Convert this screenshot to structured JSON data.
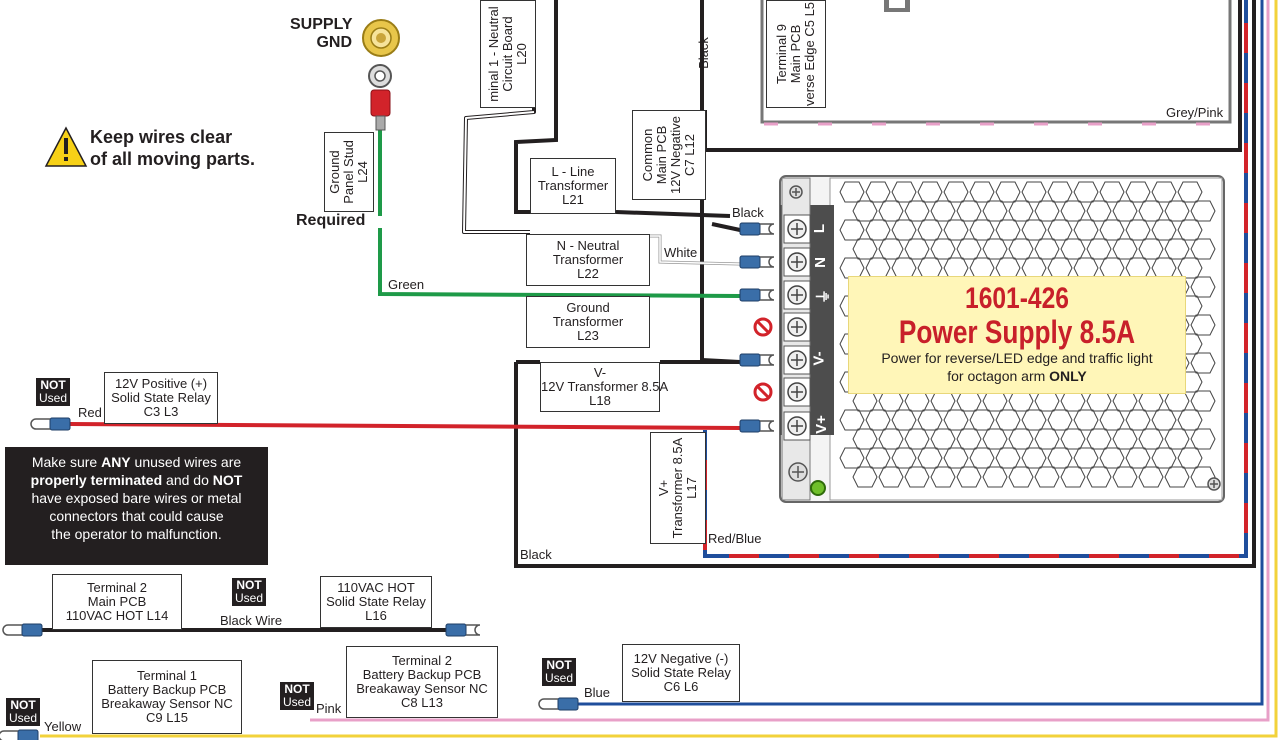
{
  "supply_gnd": {
    "line1": "SUPPLY",
    "line2": "GND"
  },
  "required": "Required",
  "caution": {
    "line1": "Keep wires clear",
    "line2": "of all moving parts."
  },
  "labels_vertical": {
    "l20": [
      "minal 1 - Neutral",
      "Circuit Board",
      "L20"
    ],
    "l24": [
      "Ground",
      "Panel Stud",
      "L24"
    ],
    "c7l12": [
      "Common",
      "Main PCB",
      "12V Negative",
      "C7 L12"
    ],
    "c5l5": [
      "Terminal 9",
      "Main PCB",
      "verse Edge C5 L5"
    ],
    "l17": [
      "V+",
      "Transformer 8.5A",
      "L17"
    ]
  },
  "labels_boxes": {
    "l21": [
      "L - Line",
      "Transformer",
      "L21"
    ],
    "l22": [
      "N - Neutral",
      "Transformer",
      "L22"
    ],
    "l23": [
      "Ground",
      "Transformer",
      "L23"
    ],
    "l18": [
      "V-",
      "12V Transformer 8.5A",
      "L18"
    ],
    "c3l3": [
      "12V Positive (+)",
      "Solid State Relay",
      "C3 L3"
    ],
    "l14": [
      "Terminal 2",
      "Main PCB",
      "110VAC HOT L14"
    ],
    "l16": [
      "110VAC HOT",
      "Solid State Relay",
      "L16"
    ],
    "c6l6": [
      "12V Negative (-)",
      "Solid State Relay",
      "C6 L6"
    ],
    "c9l15": [
      "Terminal 1",
      "Battery Backup PCB",
      "Breakaway Sensor NC",
      "C9 L15"
    ],
    "c8l13": [
      "Terminal 2",
      "Battery Backup PCB",
      "Breakaway Sensor NC",
      "C8 L13"
    ]
  },
  "wire_labels": {
    "black_top": "Black",
    "black_term": "Black",
    "white": "White",
    "green": "Green",
    "red": "Red",
    "black_bottom": "Black",
    "red_blue": "Red/Blue",
    "grey_pink": "Grey/Pink",
    "black_wire": "Black Wire",
    "blue": "Blue",
    "pink": "Pink",
    "yellow": "Yellow"
  },
  "not_used": {
    "line1": "NOT",
    "line2": "Used"
  },
  "warning": {
    "p1": "Make sure ",
    "b1": "ANY",
    "p2": " unused wires are",
    "b2": "properly terminated",
    "p3": " and do ",
    "b3": "NOT",
    "p4": "have exposed bare wires or metal",
    "p5": "connectors that could cause",
    "p6": "the operator to malfunction."
  },
  "psu": {
    "part": "1601-426",
    "name": "Power Supply 8.5A",
    "desc1": "Power for reverse/LED edge and traffic light",
    "desc2": "for octagon arm ",
    "desc2_bold": "ONLY",
    "terminals": [
      "L",
      "N",
      "⏚",
      "",
      "V-",
      "",
      "V+"
    ]
  },
  "colors": {
    "red": "#d2232a",
    "blue": "#1f4e9c",
    "green": "#1e9a48",
    "pink": "#e8a0c8",
    "yellow": "#f2d23a",
    "black": "#231f20",
    "connector": "#3a6ea8",
    "psu_label": "#fff6b8"
  }
}
